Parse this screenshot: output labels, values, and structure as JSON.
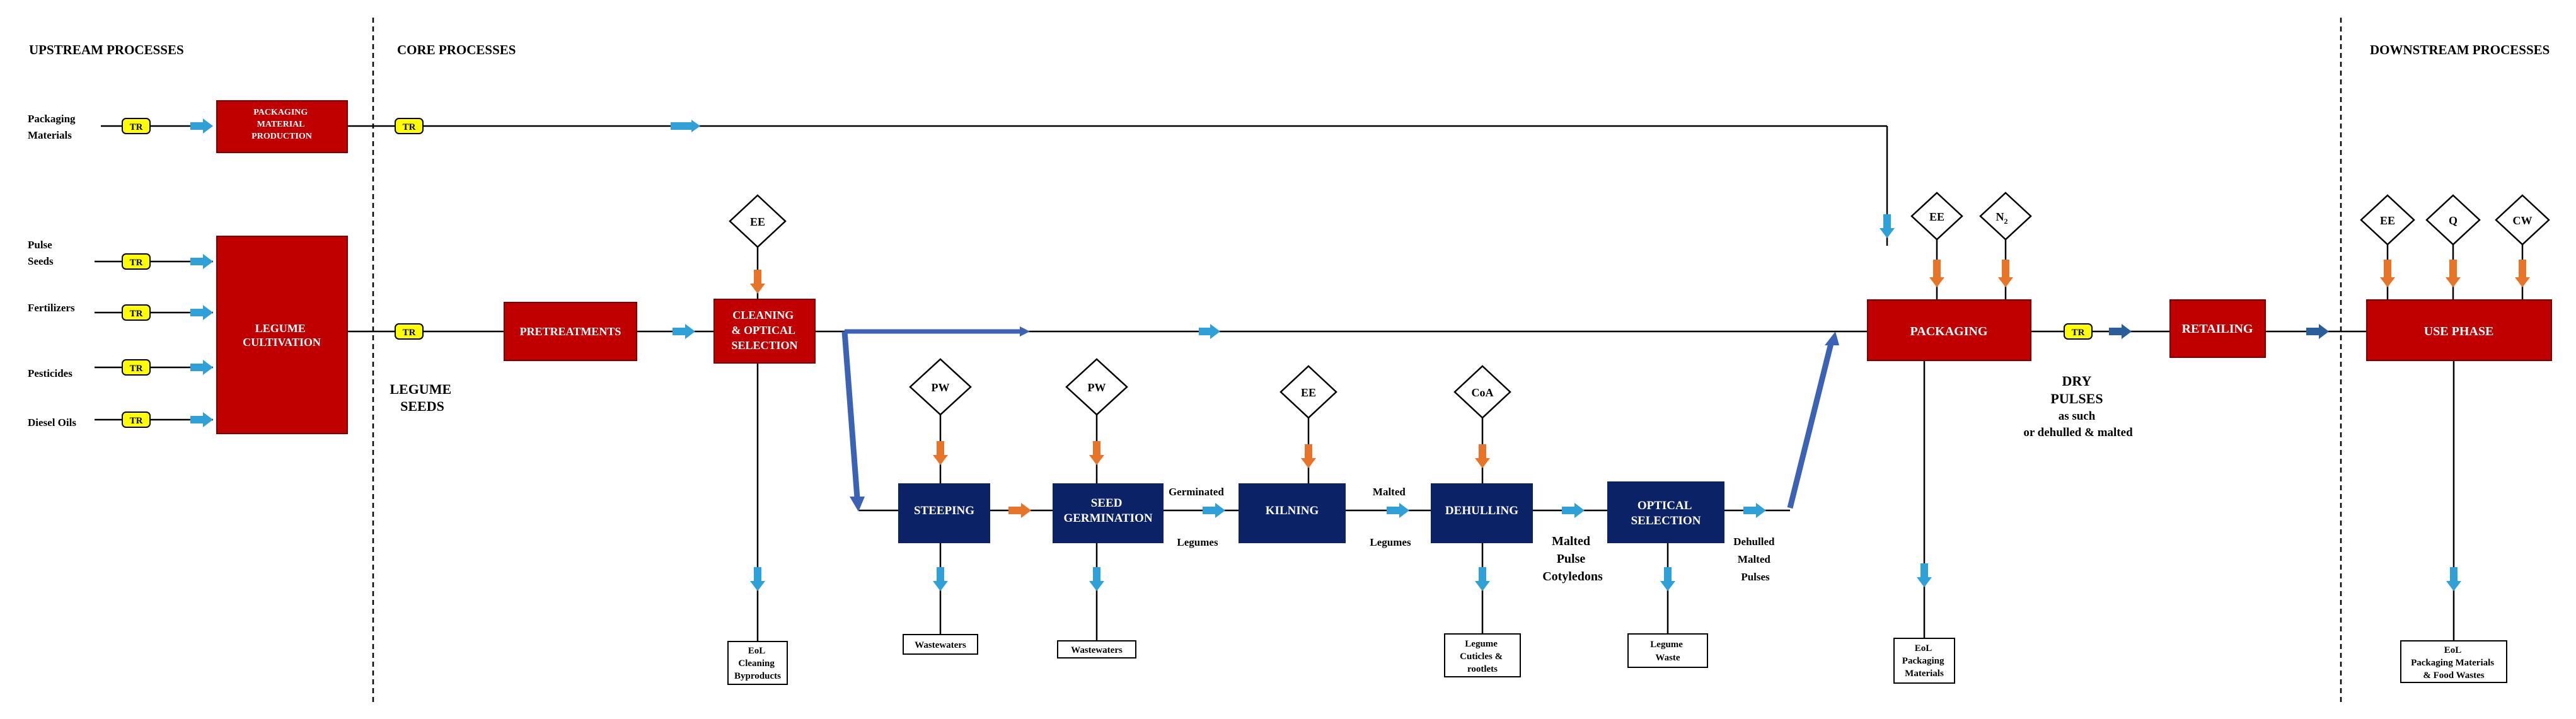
{
  "sections": {
    "upstream": "UPSTREAM PROCESSES",
    "core": "CORE PROCESSES",
    "downstream": "DOWNSTREAM PROCESSES"
  },
  "inputs": {
    "packaging_materials": [
      "Packaging",
      "Materials"
    ],
    "pulse_seeds": [
      "Pulse",
      "Seeds"
    ],
    "fertilizers": "Fertilizers",
    "pesticides": "Pesticides",
    "diesel_oils": "Diesel Oils"
  },
  "tags": {
    "transport": "TR"
  },
  "processes": {
    "packaging_material_production": [
      "PACKAGING",
      "MATERIAL",
      "PRODUCTION"
    ],
    "legume_cultivation": [
      "LEGUME",
      "CULTIVATION"
    ],
    "pretreatments": "PRETREATMENTS",
    "cleaning_optical_selection": [
      "CLEANING",
      "& OPTICAL",
      "SELECTION"
    ],
    "steeping": "STEEPING",
    "seed_germination": [
      "SEED",
      "GERMINATION"
    ],
    "kilning": "KILNING",
    "dehulling": "DEHULLING",
    "optical_selection": [
      "OPTICAL",
      "SELECTION"
    ],
    "packaging": "PACKAGING",
    "retailing": "RETAILING",
    "use_phase": "USE PHASE"
  },
  "diamonds": {
    "cleaning_ee": "EE",
    "steeping_pw": "PW",
    "germination_pw": "PW",
    "kilning_ee": "EE",
    "dehulling_coa": "CoA",
    "packaging_ee": "EE",
    "packaging_n2": "N",
    "packaging_n2_sub": "2",
    "use_ee": "EE",
    "use_q": "Q",
    "use_cw": "CW"
  },
  "flow_labels": {
    "legume_seeds": [
      "LEGUME",
      "SEEDS"
    ],
    "germinated_legumes": [
      "Germinated",
      "Legumes"
    ],
    "malted_legumes": [
      "Malted",
      "Legumes"
    ],
    "malted_pulse_cotyledons": [
      "Malted",
      "Pulse",
      "Cotyledons"
    ],
    "dehulled_malted_pulses": [
      "Dehulled",
      "Malted",
      "Pulses"
    ],
    "dry_pulses": [
      "DRY",
      "PULSES",
      "as such",
      "or dehulled & malted"
    ]
  },
  "outputs": {
    "eol_cleaning": [
      "EoL",
      "Cleaning",
      "Byproducts"
    ],
    "wastewaters_1": "Wastewaters",
    "wastewaters_2": "Wastewaters",
    "legume_cuticles": [
      "Legume",
      "Cuticles &",
      "rootlets"
    ],
    "legume_waste": [
      "Legume",
      "Waste"
    ],
    "eol_packaging": [
      "EoL",
      "Packaging",
      "Materials"
    ],
    "eol_food": [
      "EoL",
      "Packaging Materials",
      "& Food Wastes"
    ]
  },
  "colors": {
    "red_process": "#c00000",
    "navy_process": "#0b2266",
    "arrow_blue": "#2fa0d8",
    "arrow_orange": "#e8742a",
    "flow_blue": "#3b62b4",
    "tr_yellow": "#ffff00"
  }
}
